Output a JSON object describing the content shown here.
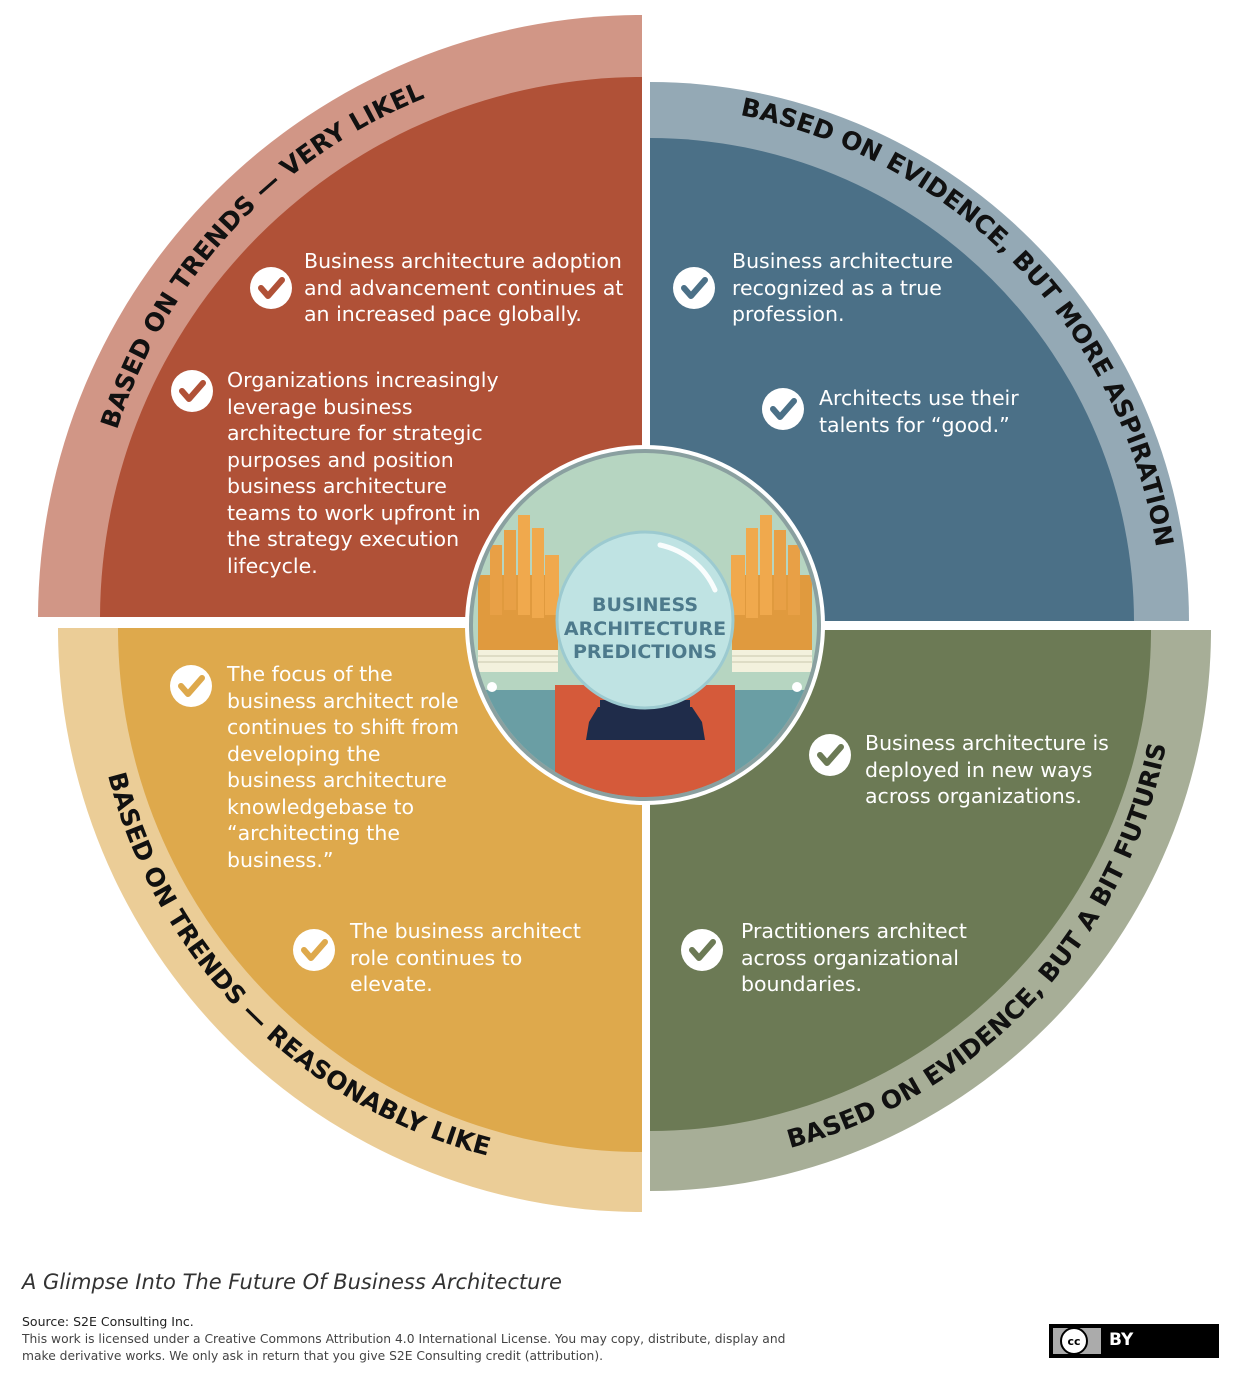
{
  "center": {
    "line1": "BUSINESS",
    "line2": "ARCHITECTURE",
    "line3": "PREDICTIONS"
  },
  "quadrants": {
    "top_left": {
      "arc_label": "BASED ON TRENDS — VERY LIKELY",
      "items": [
        "Business architecture adoption\nand advancement continues at\nan increased pace globally.",
        "Organizations increasingly\nleverage business\narchitecture for strategic\npurposes and position\nbusiness architecture\nteams to work upfront in\nthe strategy execution\nlifecycle."
      ]
    },
    "top_right": {
      "arc_label": "BASED ON EVIDENCE, BUT MORE ASPIRATIONAL",
      "items": [
        "Business architecture\nrecognized as a true\nprofession.",
        "Architects use their\ntalents for “good.”"
      ]
    },
    "bottom_left": {
      "arc_label": "BASED ON TRENDS — REASONABLY LIKELY",
      "items": [
        "The focus of the\nbusiness architect role\ncontinues to shift from\ndeveloping the\nbusiness architecture\nknowledgebase to\n“architecting the\nbusiness.”",
        "The business architect\nrole continues to\nelevate."
      ]
    },
    "bottom_right": {
      "arc_label": "BASED ON EVIDENCE, BUT A BIT FUTURISTIC",
      "items": [
        "Business architecture is\ndeployed in new ways\nacross organizations.",
        "Practitioners architect\nacross organizational\nboundaries."
      ]
    }
  },
  "footer": {
    "caption": "A Glimpse Into The Future Of Business Architecture",
    "source": "Source: S2E Consulting Inc.",
    "license": "This work is licensed under a Creative Commons Attribution 4.0 International License. You may copy, distribute, display and make derivative works. We only ask in return that you give S2E Consulting credit (attribution).",
    "badge_cc": "cc",
    "badge_by": "BY"
  },
  "colors": {
    "tl_outer": "#d19686",
    "tl_inner": "#b05137",
    "tr_outer": "#94a9b5",
    "tr_inner": "#4b7087",
    "bl_outer": "#ebcd97",
    "bl_inner": "#dea94c",
    "br_outer": "#a7ae97",
    "br_inner": "#6c7a55"
  }
}
